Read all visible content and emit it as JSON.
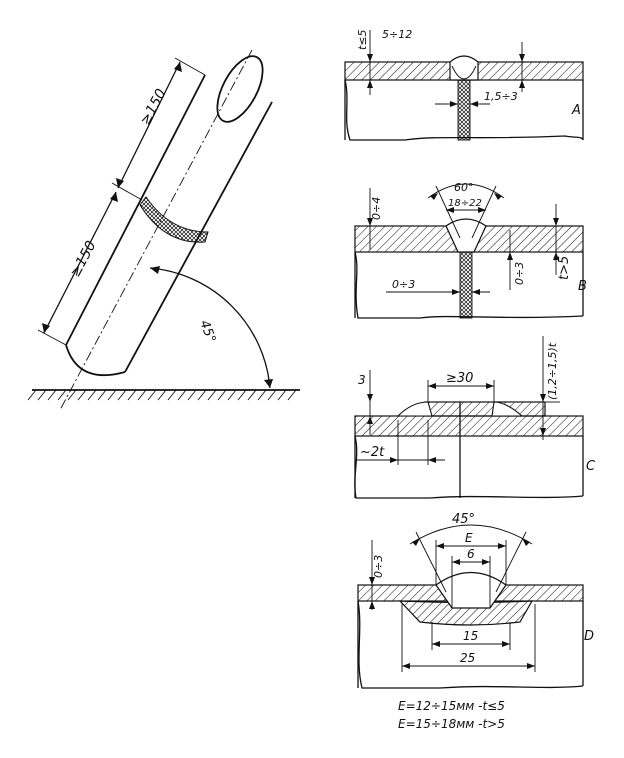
{
  "pipe": {
    "len_upper": "≥150",
    "len_lower": "≥150",
    "angle": "45°"
  },
  "joint_a": {
    "label": "A",
    "t_limit": "t≤5",
    "width": "5÷12",
    "gap": "1,5÷3"
  },
  "joint_b": {
    "label": "B",
    "angle": "60°",
    "top_width": "18÷22",
    "root_face": "0÷4",
    "gap": "0÷3",
    "root_gap": "0÷3",
    "t_limit": "t>5"
  },
  "joint_c": {
    "label": "C",
    "height": "3",
    "overlap": "≥30",
    "thickness": "(1,2÷1,5)t",
    "edge": "~2t"
  },
  "joint_d": {
    "label": "D",
    "angle": "45°",
    "e": "E",
    "inner": "6",
    "gap": "0÷3",
    "w15": "15",
    "w25": "25",
    "note1": "E=12÷15мм -t≤5",
    "note2": "E=15÷18мм -t>5"
  }
}
